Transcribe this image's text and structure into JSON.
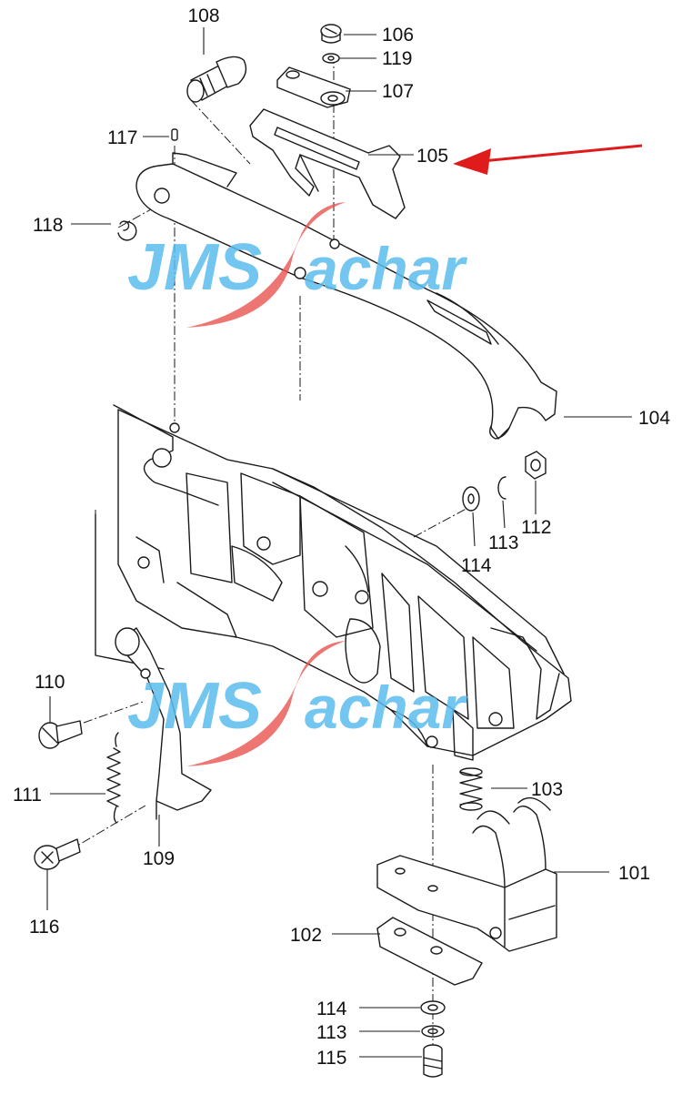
{
  "diagram": {
    "part_numbers": {
      "p101": "101",
      "p102": "102",
      "p103": "103",
      "p104": "104",
      "p105": "105",
      "p106": "106",
      "p107": "107",
      "p108": "108",
      "p109": "109",
      "p110": "110",
      "p111": "111",
      "p112": "112",
      "p113a": "113",
      "p113b": "113",
      "p114a": "114",
      "p114b": "114",
      "p115": "115",
      "p116": "116",
      "p117": "117",
      "p118": "118",
      "p119": "119"
    },
    "watermark": {
      "logo_letters": "JMS",
      "word": "achar"
    },
    "colors": {
      "line": "#1a1a1a",
      "arrow": "#e01b1b",
      "watermark_blue": "#5bbcec",
      "watermark_red": "#e8524f"
    },
    "highlight_arrow": {
      "points_to": "105",
      "icon": "red-arrow-icon"
    }
  }
}
